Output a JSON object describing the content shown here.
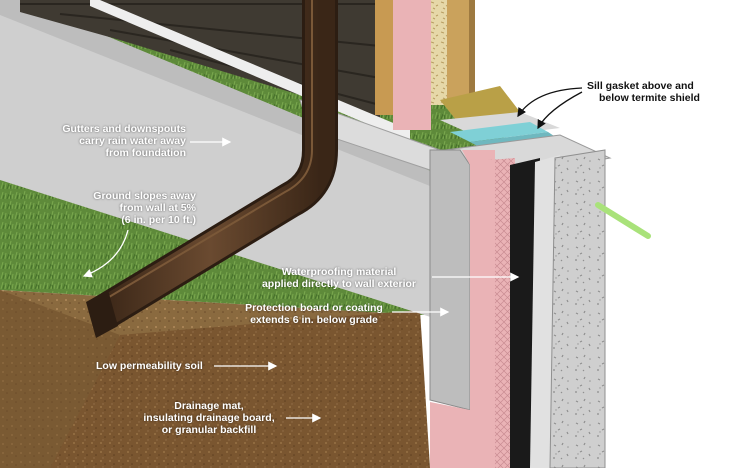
{
  "colors": {
    "grass": "#5e8a3a",
    "soil": "#7a5630",
    "foundation": "#c9c9c9",
    "insulation": "#eab3b6",
    "waterproofing": "#1a1a1a",
    "downspout": "#4b3321",
    "sill_gasket": "#7fd0d6",
    "anchor_bolt": "#a9e27a",
    "sill_plate": "#b9a047"
  },
  "labels": {
    "sill_gasket": [
      "Sill gasket above and",
      "below termite shield"
    ],
    "gutters": [
      "Gutters and downspouts",
      "carry rain water away",
      "from foundation"
    ],
    "ground_slope": [
      "Ground slopes away",
      "from wall at 5%",
      "(6 in. per 10 ft.)"
    ],
    "waterproofing": [
      "Waterproofing material",
      "applied directly to wall exterior"
    ],
    "protection_board": [
      "Protection board or coating",
      "extends 6 in. below grade"
    ],
    "low_perm_soil": [
      "Low permeability soil"
    ],
    "drainage_mat": [
      "Drainage mat,",
      "insulating drainage board,",
      "or granular backfill"
    ]
  }
}
